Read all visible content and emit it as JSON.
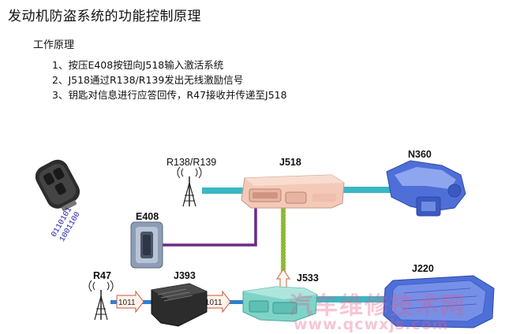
{
  "title": "发动机防盗系统的功能控制原理",
  "section_heading": "工作原理",
  "steps": [
    "1、按压E408按钮向J518输入激活系统",
    "2、J518通过R138/R139发出无线激励信号",
    "3、钥匙对信息进行应答回传，R47接收并传递至J518"
  ],
  "components": {
    "r138_r139": "R138/R139",
    "j518": "J518",
    "n360": "N360",
    "e408": "E408",
    "r47": "R47",
    "j393": "J393",
    "j533": "J533",
    "j220": "J220"
  },
  "signal_bits": {
    "key": "0110101\n1001100",
    "r47_to_j393": "1011",
    "j393_to_j533": "1011"
  },
  "watermark": {
    "text_cn": "汽车维修技术网",
    "text_url": "www.qcwxjs.com"
  },
  "colors": {
    "cyan_bus": "#39b8c4",
    "purple_wire": "#6a2a86",
    "green_wire": "#8ab83a",
    "blue_line": "#2f7fd0",
    "module_blue": "#4f6fd8",
    "j518_peach": "#f4c9b8",
    "j533_teal": "#7fd4c8"
  }
}
